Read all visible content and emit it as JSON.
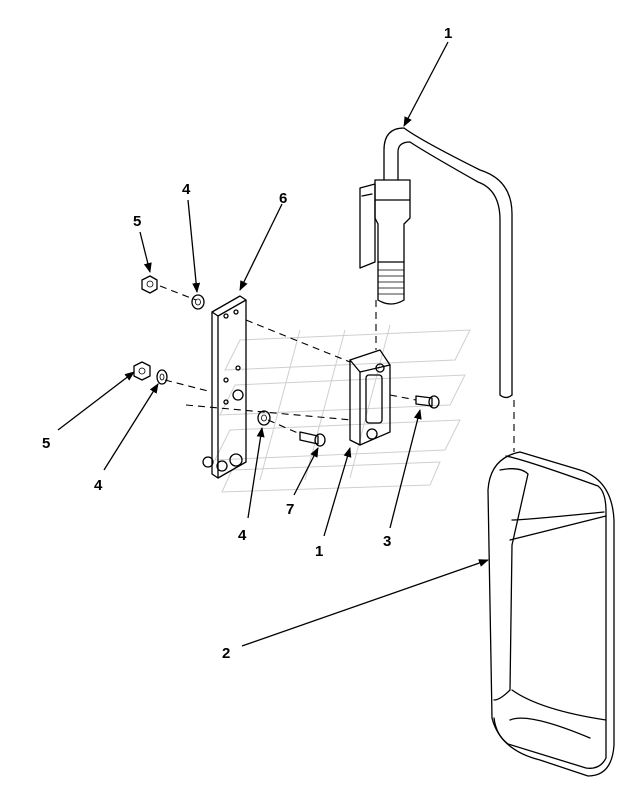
{
  "callouts": {
    "c1_top": "1",
    "c4_top": "4",
    "c5_top": "5",
    "c6": "6",
    "c5_left": "5",
    "c4_left": "4",
    "c7": "7",
    "c4_bottom": "4",
    "c1_bottom": "1",
    "c3": "3",
    "c2": "2"
  }
}
